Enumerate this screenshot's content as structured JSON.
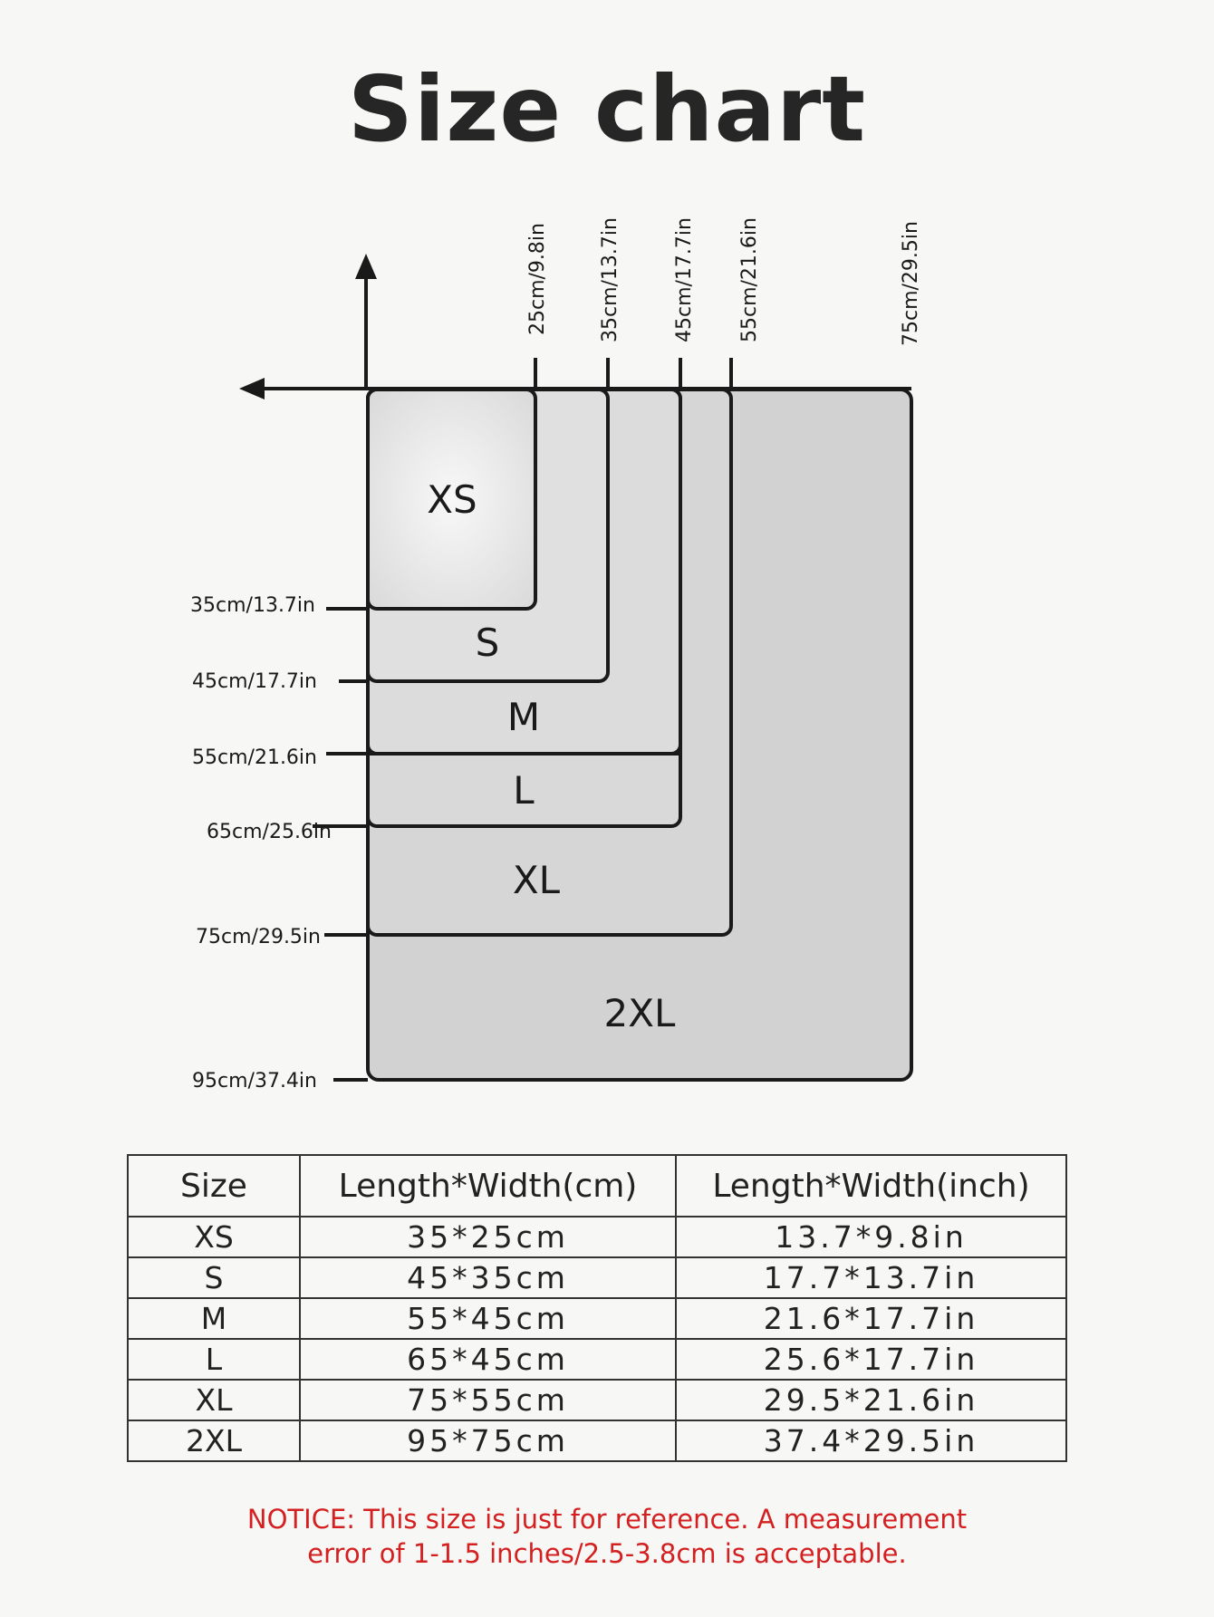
{
  "title": "Size chart",
  "diagram": {
    "width_labels": [
      "25cm/9.8in",
      "35cm/13.7in",
      "45cm/17.7in",
      "55cm/21.6in",
      "75cm/29.5in"
    ],
    "length_labels": [
      "35cm/13.7in",
      "45cm/17.7in",
      "55cm/21.6in",
      "65cm/25.6in",
      "75cm/29.5in",
      "95cm/37.4in"
    ],
    "size_labels": [
      "XS",
      "S",
      "M",
      "L",
      "XL",
      "2XL"
    ],
    "colors": {
      "fill": "#d4d4d4",
      "fill_light": "#ececec",
      "stroke": "#1a1a1a"
    }
  },
  "table": {
    "headers": [
      "Size",
      "Length*Width(cm)",
      "Length*Width(inch)"
    ],
    "rows": [
      [
        "XS",
        "35*25cm",
        "13.7*9.8in"
      ],
      [
        "S",
        "45*35cm",
        "17.7*13.7in"
      ],
      [
        "M",
        "55*45cm",
        "21.6*17.7in"
      ],
      [
        "L",
        "65*45cm",
        "25.6*17.7in"
      ],
      [
        "XL",
        "75*55cm",
        "29.5*21.6in"
      ],
      [
        "2XL",
        "95*75cm",
        "37.4*29.5in"
      ]
    ]
  },
  "notice": {
    "line1": "NOTICE: This size is just for reference. A measurement",
    "line2": "error of 1-1.5 inches/2.5-3.8cm is acceptable."
  }
}
